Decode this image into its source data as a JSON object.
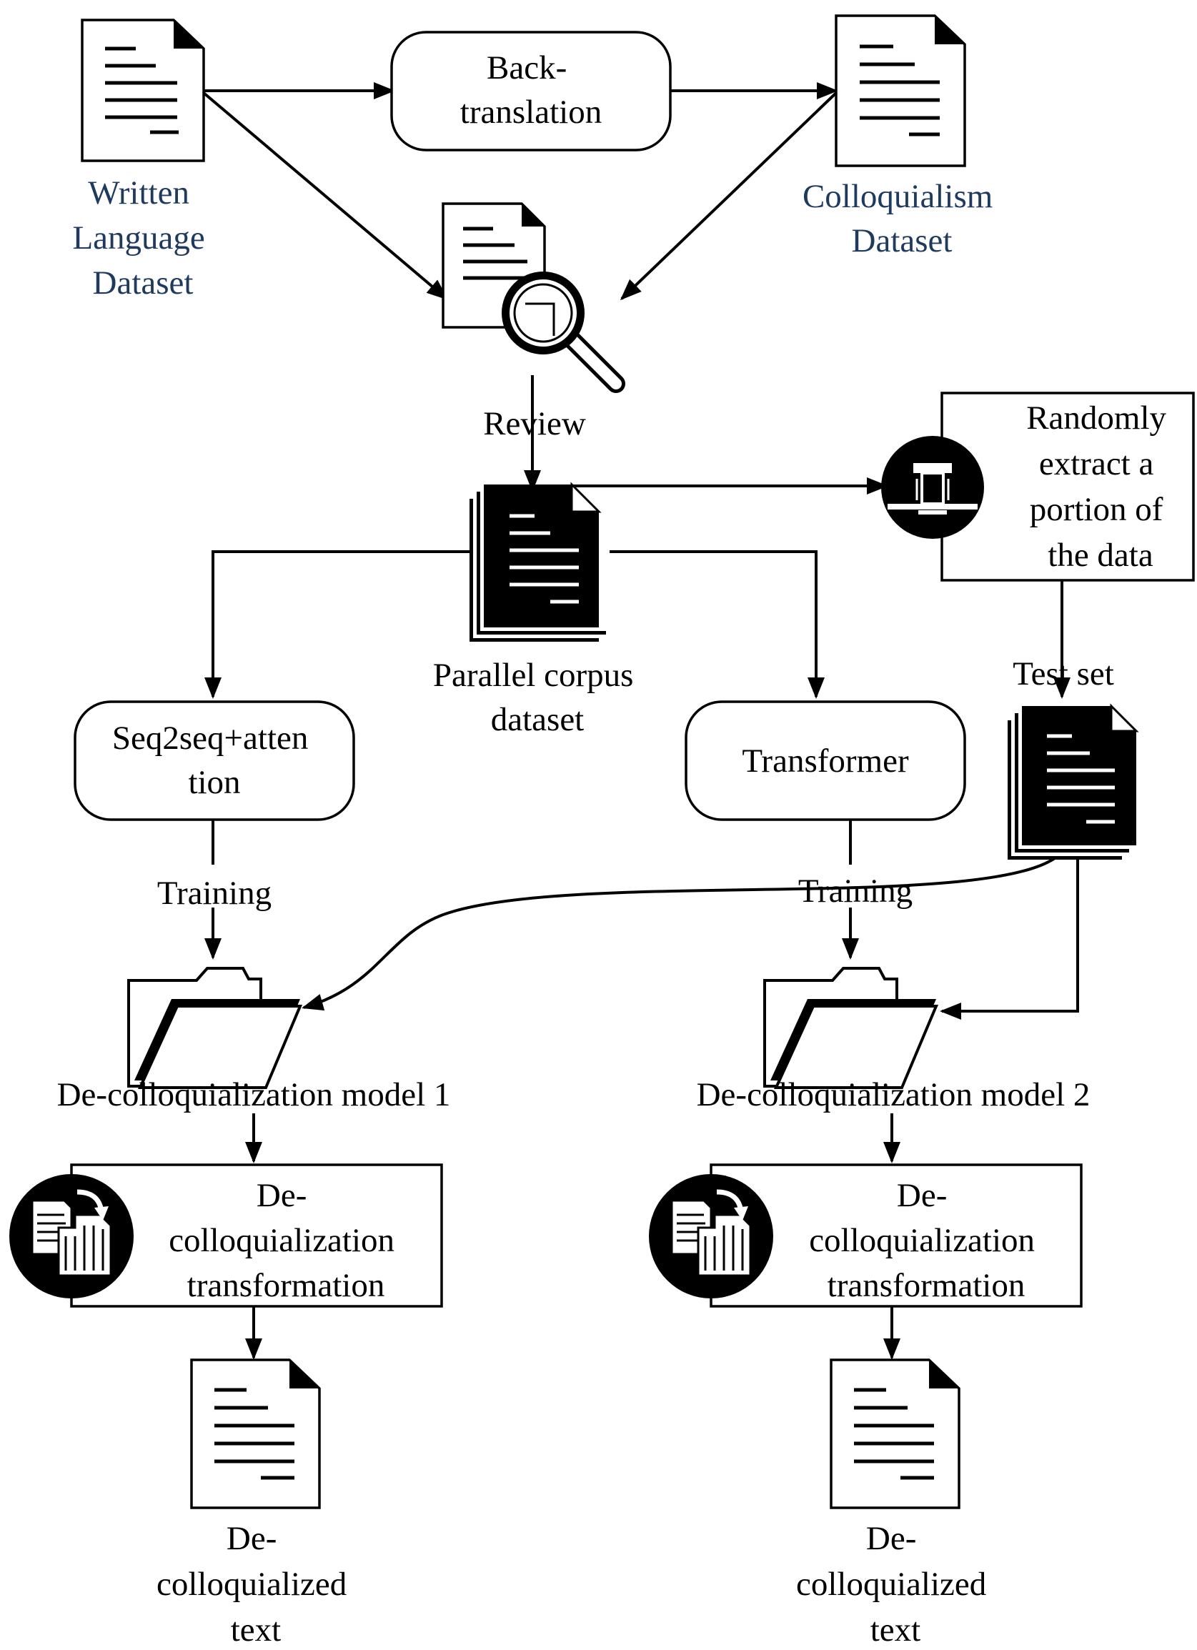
{
  "nodes": {
    "written_dataset": [
      "Written",
      "Language",
      "Dataset"
    ],
    "back_translation": [
      "Back-",
      "translation"
    ],
    "colloquialism_dataset": [
      "Colloquialism",
      "Dataset"
    ],
    "review": "Review",
    "random_extract": [
      "Randomly",
      "extract a",
      "portion of",
      "the data"
    ],
    "parallel_corpus": [
      "Parallel corpus",
      "dataset"
    ],
    "test_set": "Test set",
    "seq2seq": [
      "Seq2seq+atten",
      "tion"
    ],
    "transformer": "Transformer",
    "training_left": "Training",
    "training_right": "Training",
    "model1": "De-colloquialization model 1",
    "model2": "De-colloquialization model 2",
    "transform_left": [
      "De-",
      "colloquialization",
      "transformation"
    ],
    "transform_right": [
      "De-",
      "colloquialization",
      "transformation"
    ],
    "output_left": [
      "De-",
      "colloquialized",
      "text"
    ],
    "output_right": [
      "De-",
      "colloquialized",
      "text"
    ]
  },
  "colors": {
    "ink": "#000000",
    "dataset_label": "#1f3a5f",
    "background": "#ffffff"
  },
  "icons": [
    "document-icon",
    "magnifier-icon",
    "document-stack-icon",
    "folder-icon",
    "extract-icon",
    "convert-icon"
  ]
}
